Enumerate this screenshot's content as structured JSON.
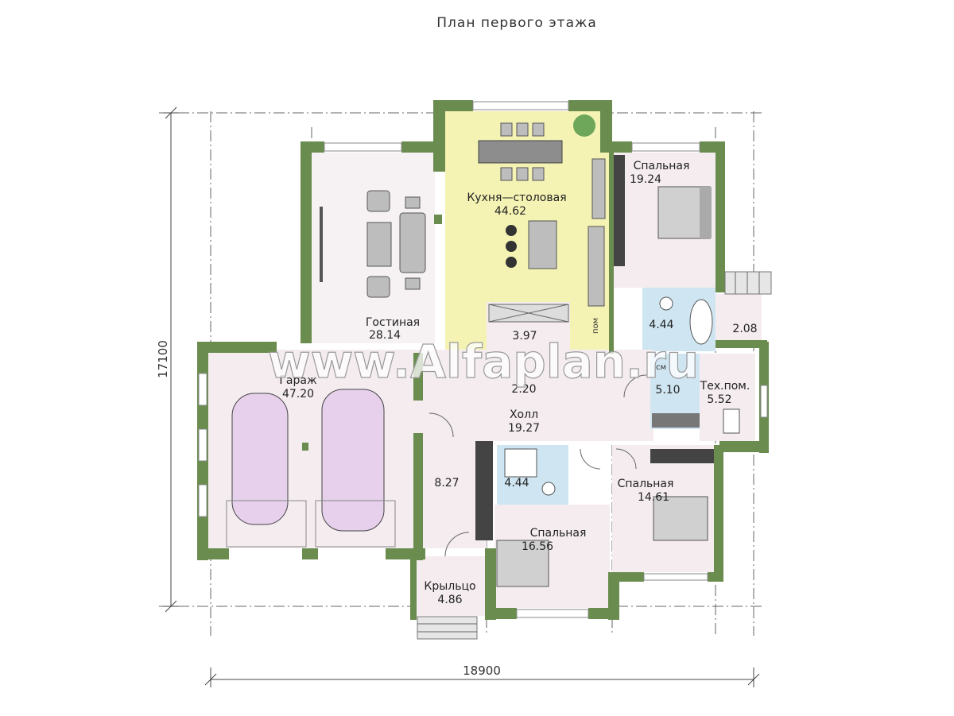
{
  "title": "План первого этажа",
  "watermark": "www.Alfaplan.ru",
  "dimensions": {
    "width": "18900",
    "height": "17100"
  },
  "rooms": {
    "living": {
      "name": "Гостиная",
      "area": "28.14"
    },
    "kitchen": {
      "name": "Кухня—столовая",
      "area": "44.62"
    },
    "bed1": {
      "name": "Спальная",
      "area": "19.24"
    },
    "bath1": {
      "area": "4.44"
    },
    "tambur": {
      "area": "2.08"
    },
    "pantry": {
      "area": "3.97"
    },
    "closet": {
      "area": "2.20"
    },
    "garage": {
      "name": "Гараж",
      "area": "47.20"
    },
    "hall": {
      "name": "Холл",
      "area": "19.27"
    },
    "room510": {
      "area": "5.10"
    },
    "tech": {
      "name": "Тех.пом.",
      "area": "5.52"
    },
    "corridor": {
      "area": "8.27"
    },
    "bath2": {
      "area": "4.44"
    },
    "bed2": {
      "name": "Спальная",
      "area": "16.56"
    },
    "bed3": {
      "name": "Спальная",
      "area": "14.61"
    },
    "porch": {
      "name": "Крыльцо",
      "area": "4.86"
    }
  },
  "labels": {
    "pom": "пом",
    "sm": "см"
  },
  "colors": {
    "wall": "#6a8c4e",
    "kitchen_floor": "#f4f3b4",
    "bath_floor": "#cfe6f2",
    "floor": "#f4ecef",
    "living_floor": "#f6f2f3",
    "car": "#e6d0ec"
  }
}
